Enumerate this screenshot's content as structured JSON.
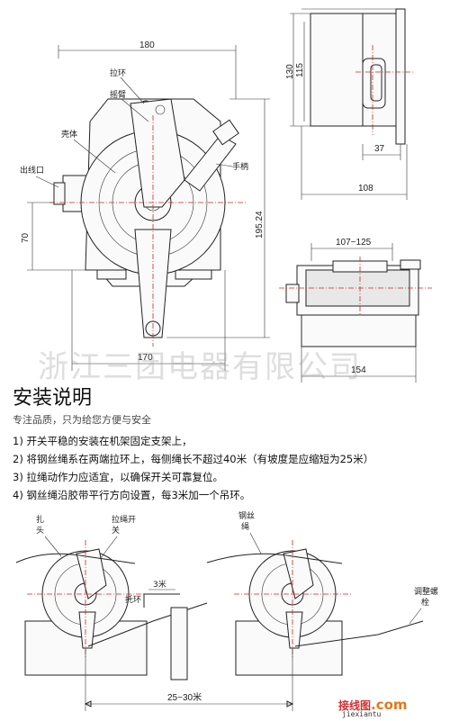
{
  "dimensions": {
    "width_180": "180",
    "height_130": "130",
    "height_115": "115",
    "d_37": "37",
    "d_108": "108",
    "h_70": "70",
    "h_195": "195.24",
    "w_170": "170",
    "w_107_125": "107~125",
    "w_154": "154",
    "spacing_3m": "3米",
    "spacing_25_30m": "25~30米"
  },
  "part_labels": {
    "pull_ring": "拉环",
    "rocker_arm": "摇臂",
    "housing": "壳体",
    "outlet": "出线口",
    "handle": "手柄"
  },
  "watermark": "浙江三团电器有限公司",
  "section": {
    "title": "安装说明",
    "subtitle": "专注品质，只为给您方便与安全"
  },
  "instructions": [
    "1) 开关平稳的安装在机架固定支架上，",
    "2) 将钢丝绳系在两端拉环上，每侧绳长不超过40米（有坡度是应缩短为25米）",
    "3) 拉绳动作力应适宜，以确保开关可靠复位。",
    "4) 钢丝绳沿胶带平行方向设置，每3米加一个吊环。"
  ],
  "install_labels": {
    "clamp_a": "扎",
    "clamp_b": "头",
    "switch_a": "拉绳开",
    "switch_b": "关",
    "bracket": "托环",
    "wire_a": "钢丝",
    "wire_b": "绳",
    "adjust_a": "调整螺",
    "adjust_b": "栓"
  },
  "logo": {
    "text": "接线图",
    "suffix": ".com",
    "url": "jiexiantu"
  }
}
